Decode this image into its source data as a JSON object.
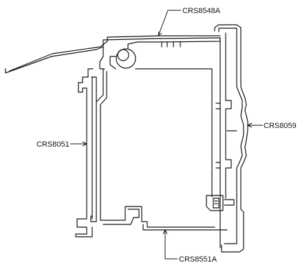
{
  "labels": {
    "top": "CRS8548A",
    "right": "CRS8059",
    "left": "CRS8051",
    "bottom": "CRS8551A"
  }
}
